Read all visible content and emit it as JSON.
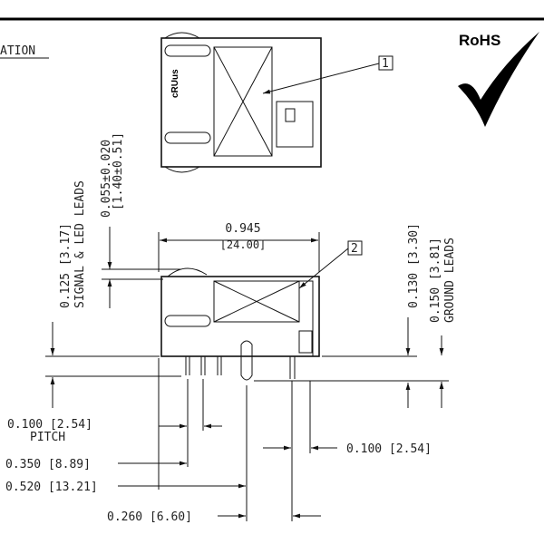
{
  "title_fragment": "ATION",
  "rohs": {
    "label": "RoHS",
    "icon": "checkmark-icon"
  },
  "callouts": [
    "1",
    "2"
  ],
  "dims": {
    "width": {
      "imperial": "0.945",
      "metric": "[24.00]"
    },
    "signal_leads": {
      "line1": "0.125  [3.17]",
      "line2": "SIGNAL & LED LEADS"
    },
    "standoff": {
      "line1": "0.055±0.020",
      "line2": "[1.40±0.51]"
    },
    "height_130": "0.130  [3.30]",
    "ground_leads": {
      "line1": "0.150  [3.81]",
      "line2": "GROUND LEADS"
    },
    "pitch": {
      "line1": "0.100  [2.54]",
      "line2": "PITCH"
    },
    "d350": "0.350  [8.89]",
    "d520": "0.520  [13.21]",
    "d260": "0.260  [6.60]",
    "d100": "0.100  [2.54]"
  }
}
